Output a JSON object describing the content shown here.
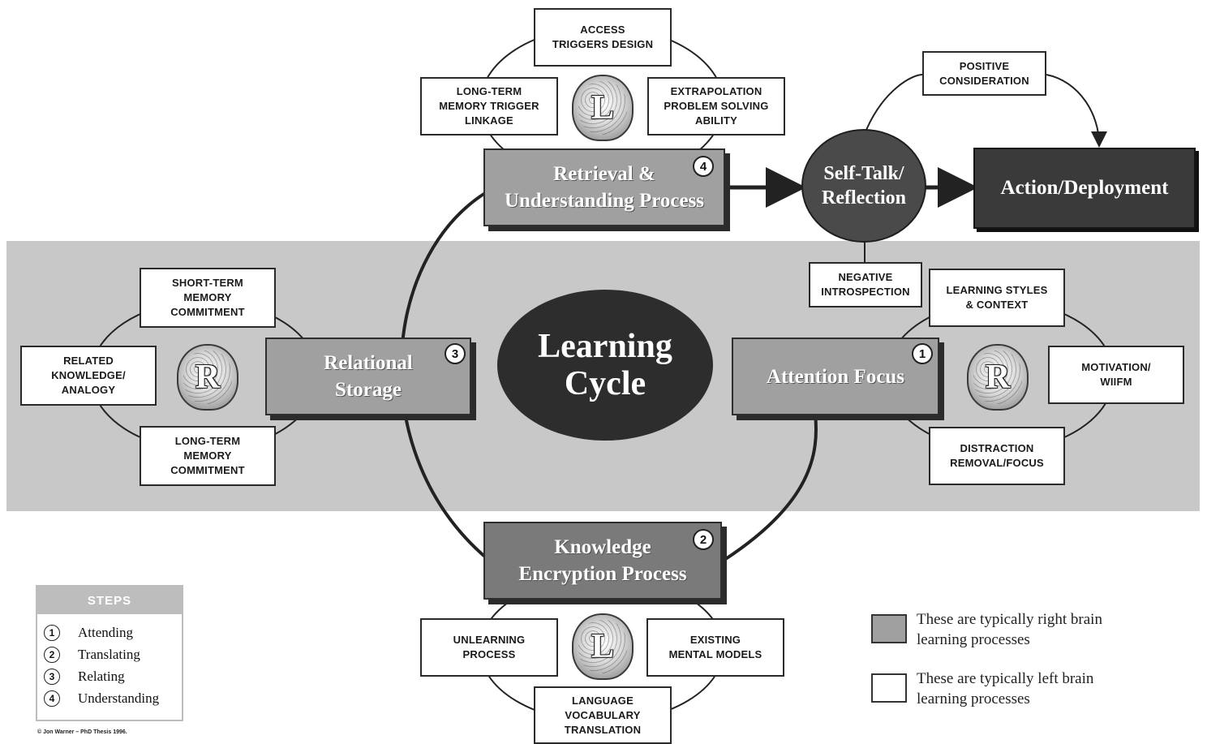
{
  "center": {
    "label": "Learning\nCycle"
  },
  "processes": {
    "retrieval": {
      "label": "Retrieval &\nUnderstanding Process",
      "step": "4"
    },
    "relational": {
      "label": "Relational\nStorage",
      "step": "3"
    },
    "attention": {
      "label": "Attention Focus",
      "step": "1"
    },
    "knowledge": {
      "label": "Knowledge\nEncryption Process",
      "step": "2"
    }
  },
  "reflection": {
    "self_talk": "Self-Talk/\nReflection",
    "action": "Action/Deployment",
    "positive": "POSITIVE\nCONSIDERATION",
    "negative": "NEGATIVE\nINTROSPECTION"
  },
  "boxes": {
    "top": {
      "access": "ACCESS\nTRIGGERS DESIGN",
      "long_term_trigger": "LONG-TERM\nMEMORY TRIGGER\nLINKAGE",
      "extrapolation": "EXTRAPOLATION\nPROBLEM SOLVING\nABILITY"
    },
    "left": {
      "short_term": "SHORT-TERM\nMEMORY\nCOMMITMENT",
      "related": "RELATED\nKNOWLEDGE/\nANALOGY",
      "long_term": "LONG-TERM\nMEMORY\nCOMMITMENT"
    },
    "right": {
      "learning_styles": "LEARNING STYLES\n& CONTEXT",
      "motivation": "MOTIVATION/\nWIIFM",
      "distraction": "DISTRACTION\nREMOVAL/FOCUS"
    },
    "bottom": {
      "unlearning": "UNLEARNING\nPROCESS",
      "existing": "EXISTING\nMENTAL MODELS",
      "language": "LANGUAGE\nVOCABULARY\nTRANSLATION"
    }
  },
  "brains": {
    "top": "L",
    "left": "R",
    "right": "R",
    "bottom": "L"
  },
  "steps": {
    "title": "STEPS",
    "items": [
      {
        "n": "1",
        "label": "Attending"
      },
      {
        "n": "2",
        "label": "Translating"
      },
      {
        "n": "3",
        "label": "Relating"
      },
      {
        "n": "4",
        "label": "Understanding"
      }
    ]
  },
  "credit": "© Jon Warner – PhD Thesis 1996.",
  "legend": {
    "right": "These are typically right brain\nlearning processes",
    "left": "These are typically left brain\nlearning processes"
  },
  "colors": {
    "band": "#c8c8c8",
    "process_light": "#a0a0a0",
    "process_mid": "#7a7a7a",
    "center": "#2d2d2d",
    "action": "#3a3a3a"
  }
}
